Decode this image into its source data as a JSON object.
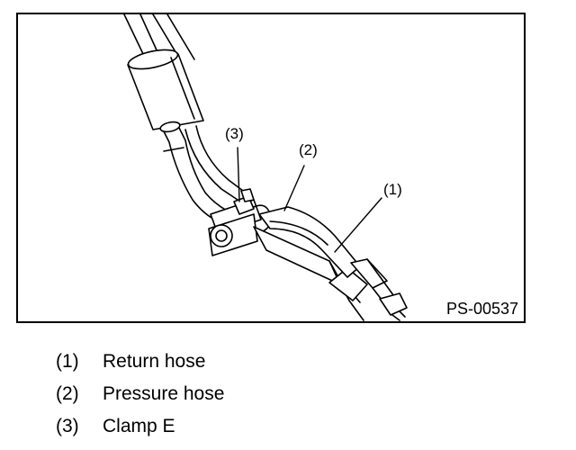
{
  "figure": {
    "code": "PS-00537",
    "callouts": [
      {
        "number": "(1)"
      },
      {
        "number": "(2)"
      },
      {
        "number": "(3)"
      }
    ]
  },
  "legend": {
    "items": [
      {
        "number": "(1)",
        "label": "Return hose"
      },
      {
        "number": "(2)",
        "label": "Pressure hose"
      },
      {
        "number": "(3)",
        "label": "Clamp E"
      }
    ]
  }
}
